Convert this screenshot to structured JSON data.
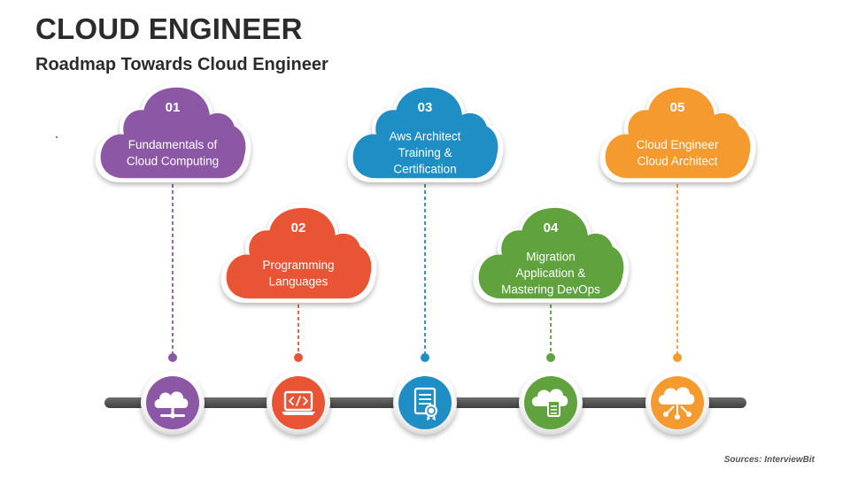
{
  "header": {
    "title": "CLOUD ENGINEER",
    "subtitle": "Roadmap Towards Cloud Engineer"
  },
  "footer": {
    "source": "Sources: InterviewBit"
  },
  "steps": [
    {
      "number": "01",
      "lines": [
        "Fundamentals of",
        "Cloud Computing"
      ],
      "color": "#8c57a4",
      "icon": "cloud-upload-icon",
      "level": "top"
    },
    {
      "number": "02",
      "lines": [
        "Programming",
        "Languages"
      ],
      "color": "#e85434",
      "icon": "code-laptop-icon",
      "level": "bottom"
    },
    {
      "number": "03",
      "lines": [
        "Aws Architect",
        "Training &",
        "Certification"
      ],
      "color": "#1f8ec5",
      "icon": "certificate-icon",
      "level": "top"
    },
    {
      "number": "04",
      "lines": [
        "Migration",
        "Application &",
        "Mastering DevOps"
      ],
      "color": "#5fa23e",
      "icon": "cloud-document-icon",
      "level": "bottom"
    },
    {
      "number": "05",
      "lines": [
        "Cloud Engineer",
        "Cloud Architect"
      ],
      "color": "#f59a2e",
      "icon": "cloud-network-icon",
      "level": "top"
    }
  ],
  "colors": {
    "timeline": "#5a5a5a",
    "text": "#2b2b2b"
  }
}
